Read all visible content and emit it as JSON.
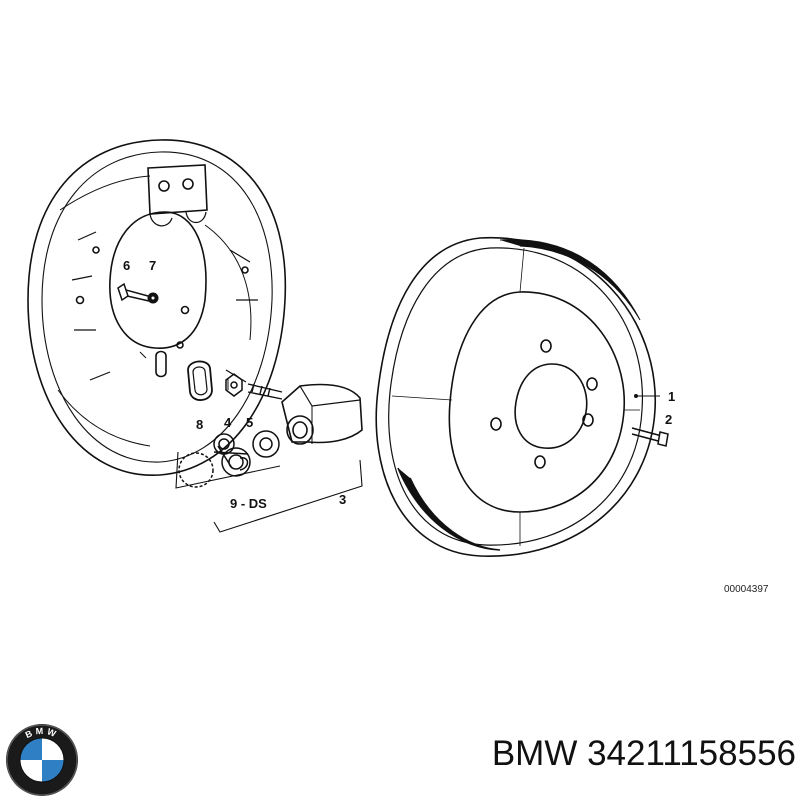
{
  "diagram": {
    "callouts": {
      "c1": "1",
      "c2": "2",
      "c3": "3",
      "c4": "4",
      "c5": "5",
      "c6": "6",
      "c7": "7",
      "c8": "8",
      "c9": "9 - DS"
    },
    "reference_code": "00004397"
  },
  "brand": {
    "logo_letters": "BMW",
    "logo_icon": "bmw-roundel-icon",
    "colors": {
      "blue": "#2f7fc4",
      "black": "#111111",
      "white": "#ffffff"
    }
  },
  "product": {
    "label": "BMW 34211158556"
  }
}
